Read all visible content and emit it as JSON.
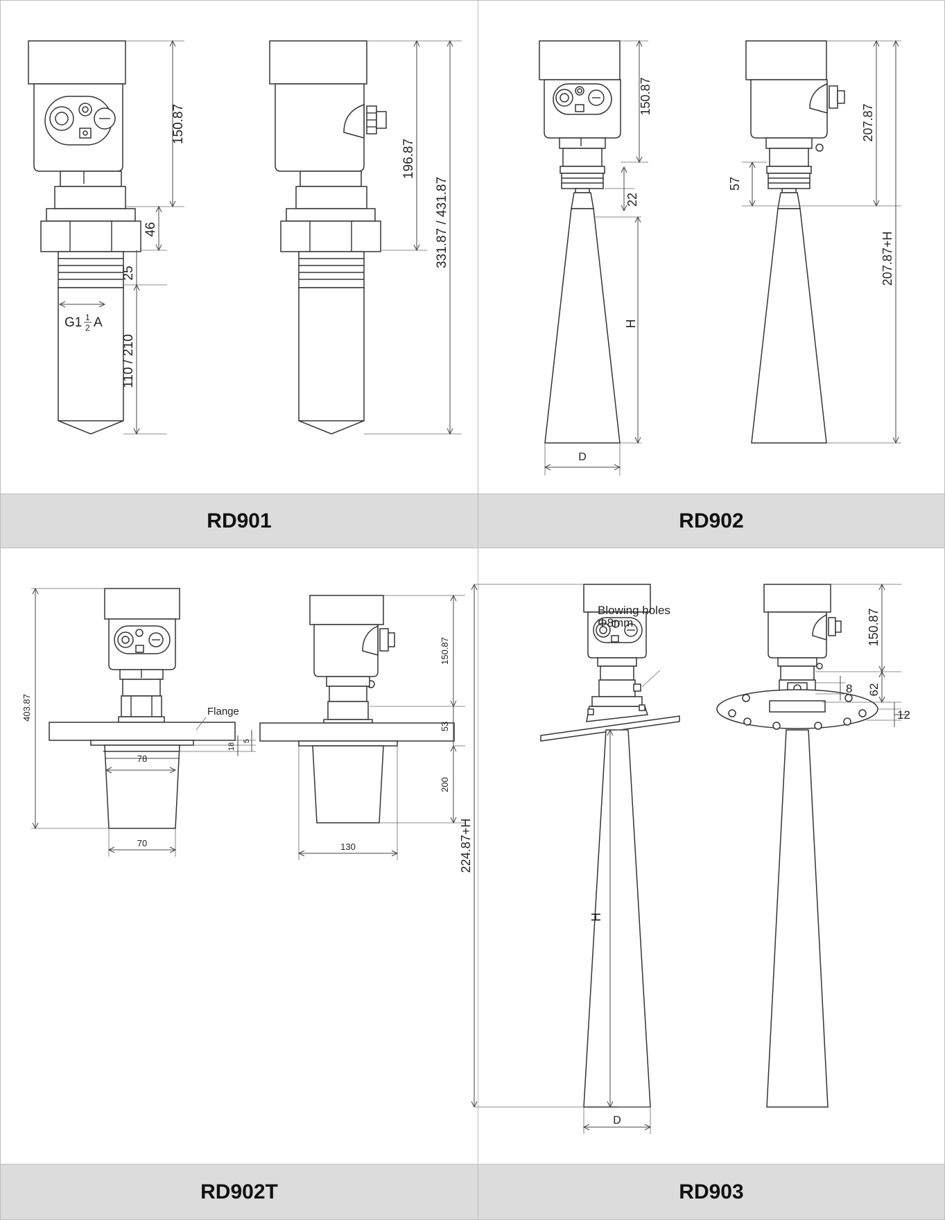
{
  "panels": [
    {
      "model": "RD901",
      "dims": {
        "head": "150.87",
        "neck": "46",
        "thread_len": "25",
        "probe_len": "110 / 210",
        "side_body": "196.87",
        "total": "331.87 / 431.87",
        "thread_spec": "G1",
        "thread_frac_num": "1",
        "thread_frac_den": "2",
        "thread_suffix": "A"
      }
    },
    {
      "model": "RD902",
      "dims": {
        "head": "150.87",
        "thread": "22",
        "horn": "H",
        "diameter": "D",
        "side_head": "207.87",
        "side_neck": "57",
        "side_total": "207.87+H"
      }
    },
    {
      "model": "RD902T",
      "dims": {
        "total": "403.87",
        "flange_label": "Flange",
        "gap_small": "5",
        "gap": "18",
        "inner_width": "78",
        "bottom_width": "70",
        "head": "150.87",
        "neck": "53",
        "probe": "200",
        "outer_width": "130"
      }
    },
    {
      "model": "RD903",
      "dims": {
        "total": "224.87+H",
        "horn": "H",
        "diameter": "D",
        "blow_label_1": "Blowing holes",
        "blow_label_2": "Φ8mm",
        "head": "150.87",
        "hole": "8",
        "neck": "62",
        "flange_thk": "12"
      }
    }
  ]
}
